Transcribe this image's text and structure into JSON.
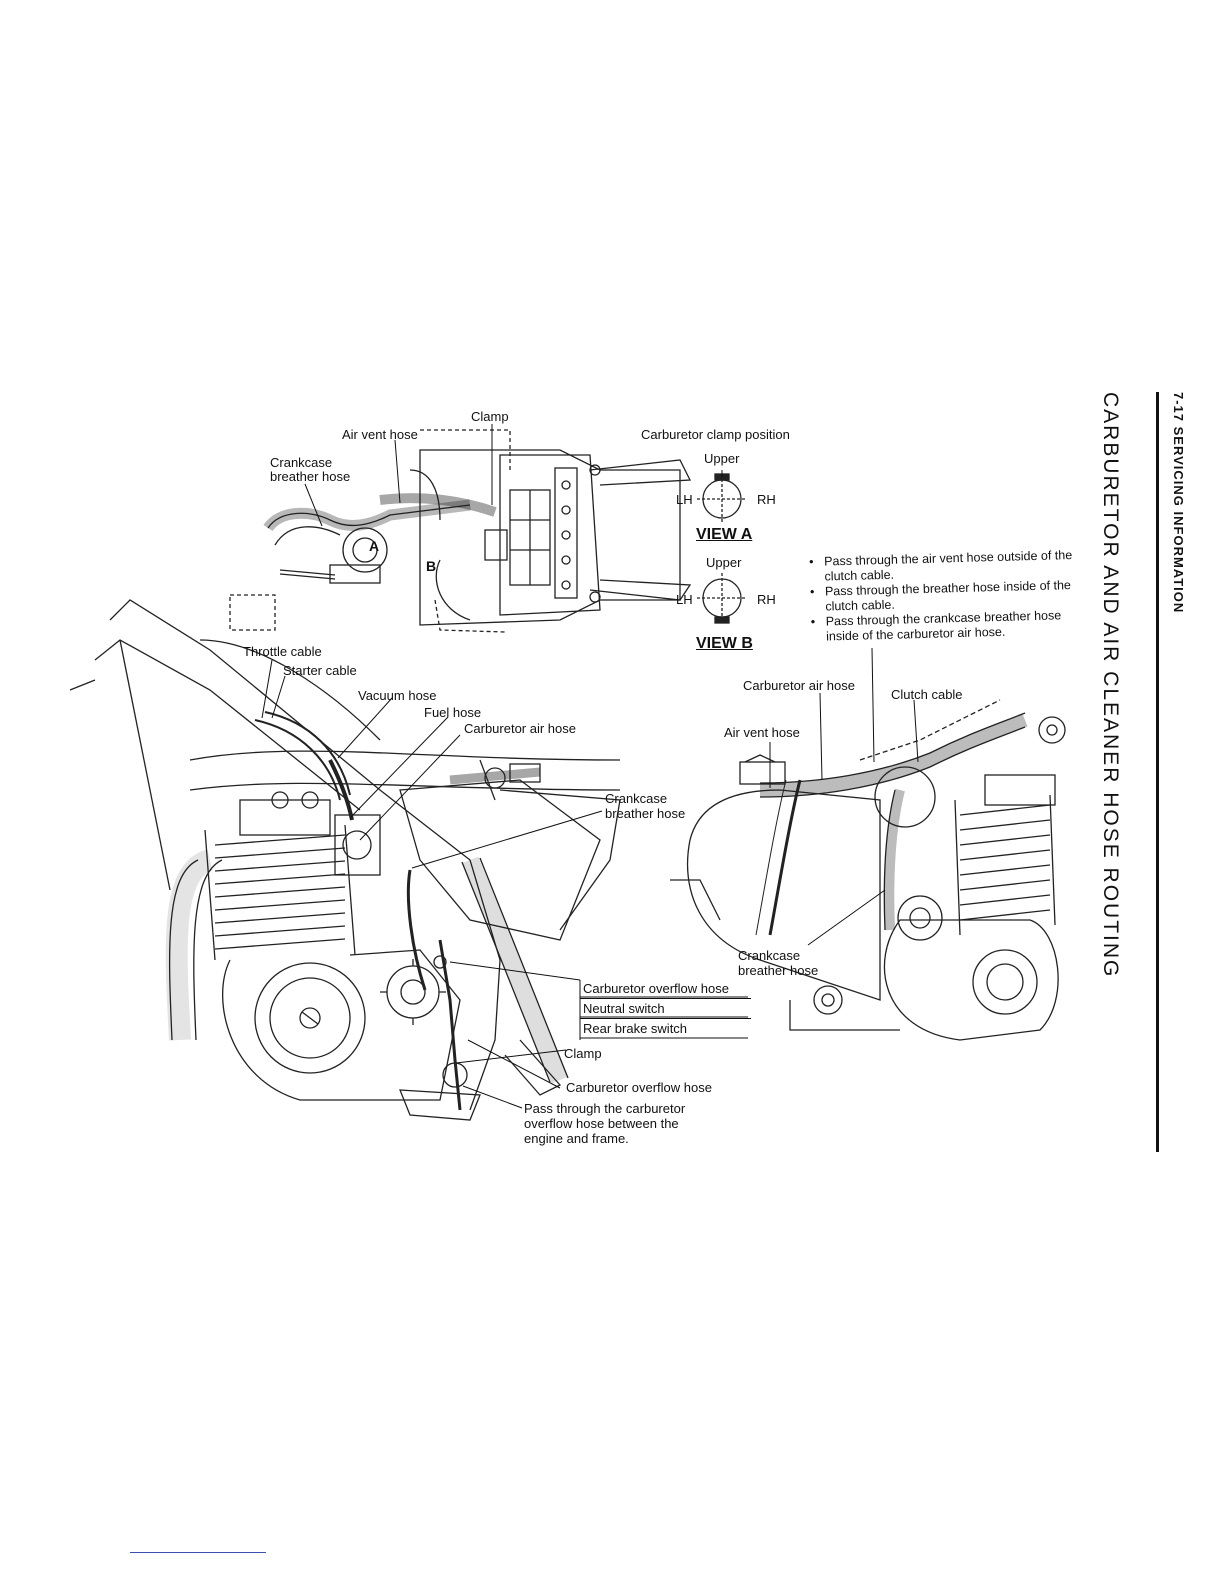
{
  "header": {
    "section": "7-17 SERVICING INFORMATION",
    "title": "CARBURETOR AND AIR CLEANER HOSE ROUTING"
  },
  "top_view": {
    "clamp": "Clamp",
    "air_vent_hose": "Air vent hose",
    "crankcase_breather_hose": [
      "Crankcase",
      "breather hose"
    ],
    "marker_a": "A",
    "marker_b": "B"
  },
  "clamp_position": {
    "title": "Carburetor clamp position",
    "view_a": {
      "upper": "Upper",
      "lh": "LH",
      "rh": "RH",
      "title": "VIEW A"
    },
    "view_b": {
      "upper": "Upper",
      "lh": "LH",
      "rh": "RH",
      "title": "VIEW B"
    }
  },
  "notes": [
    "Pass through the air vent hose outside of the clutch cable.",
    "Pass through the breather hose inside of the clutch cable.",
    "Pass through the crankcase breather hose inside of the carburetor air hose."
  ],
  "left_view": {
    "throttle_cable": "Throttle cable",
    "starter_cable": "Starter cable",
    "vacuum_hose": "Vacuum hose",
    "fuel_hose": "Fuel hose",
    "carburetor_air_hose": "Carburetor air hose",
    "crankcase_breather_hose": [
      "Crankcase",
      "breather hose"
    ],
    "boxed_labels": [
      "Carburetor overflow hose",
      "Neutral switch",
      "Rear brake switch"
    ],
    "clamp": "Clamp",
    "carburetor_overflow_hose": "Carburetor overflow hose",
    "overflow_note": [
      "Pass through the carburetor",
      "overflow hose between the",
      "engine and frame."
    ]
  },
  "right_view": {
    "carburetor_air_hose": "Carburetor air hose",
    "clutch_cable": "Clutch cable",
    "air_vent_hose": "Air vent hose",
    "crankcase_breather_hose": [
      "Crankcase",
      "breather hose"
    ]
  }
}
